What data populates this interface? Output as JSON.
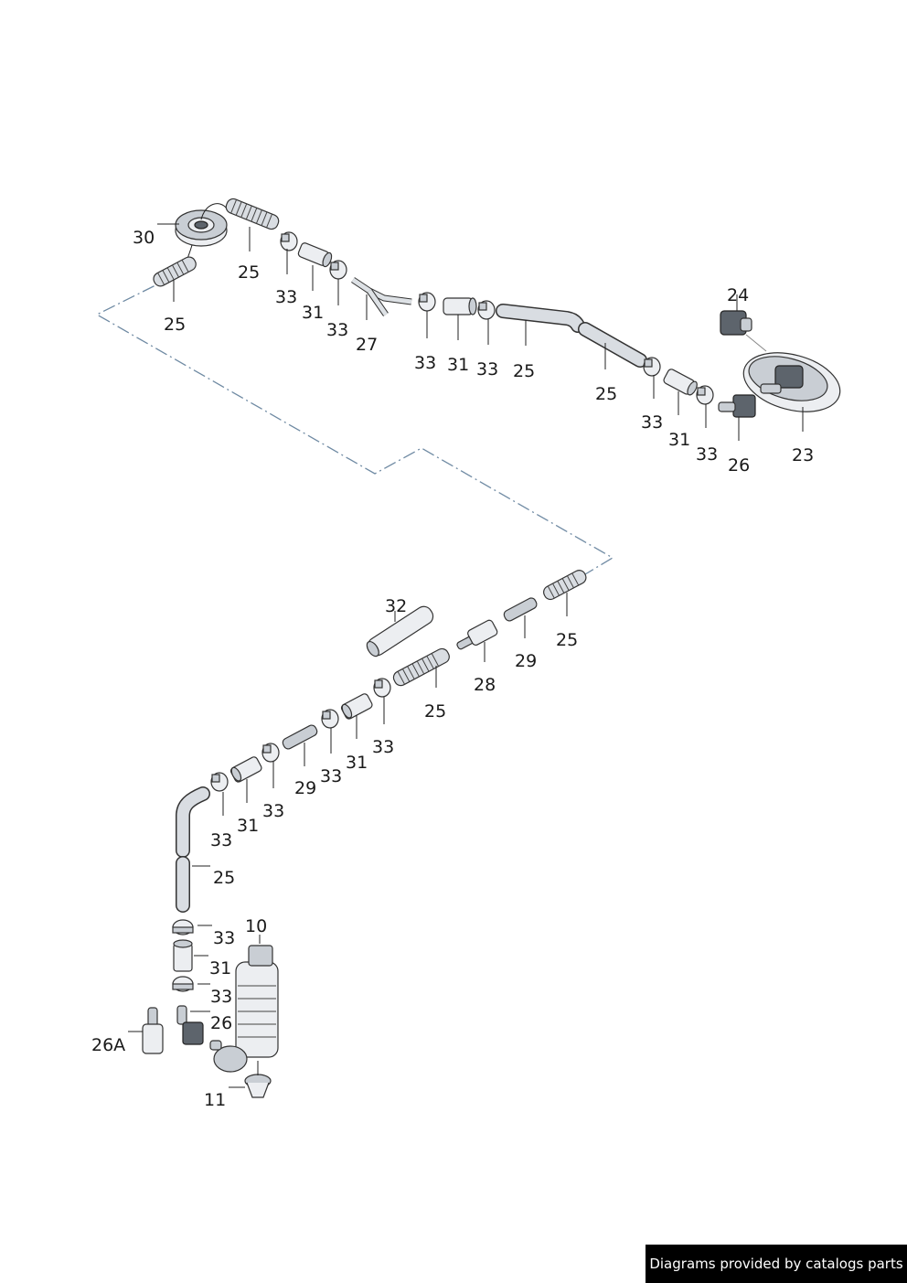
{
  "labels": {
    "l30": "30",
    "l25a": "25",
    "l25b": "25",
    "l33a": "33",
    "l31a": "31",
    "l33b": "33",
    "l27": "27",
    "l33c": "33",
    "l31b": "31",
    "l33d": "33",
    "l25c": "25",
    "l25d": "25",
    "l24": "24",
    "l33e": "33",
    "l31c": "31",
    "l33f": "33",
    "l26a": "26",
    "l23": "23",
    "l32": "32",
    "l25e": "25",
    "l29a": "29",
    "l28": "28",
    "l25f": "25",
    "l33g": "33",
    "l31d": "31",
    "l33h": "33",
    "l29b": "29",
    "l33i": "33",
    "l31e": "31",
    "l33j": "33",
    "l25g": "25",
    "l33k": "33",
    "l10": "10",
    "l31f": "31",
    "l33l": "33",
    "l26b": "26",
    "l26A": "26A",
    "l11": "11"
  },
  "footer": {
    "credit": "Diagrams provided by catalogs parts"
  }
}
